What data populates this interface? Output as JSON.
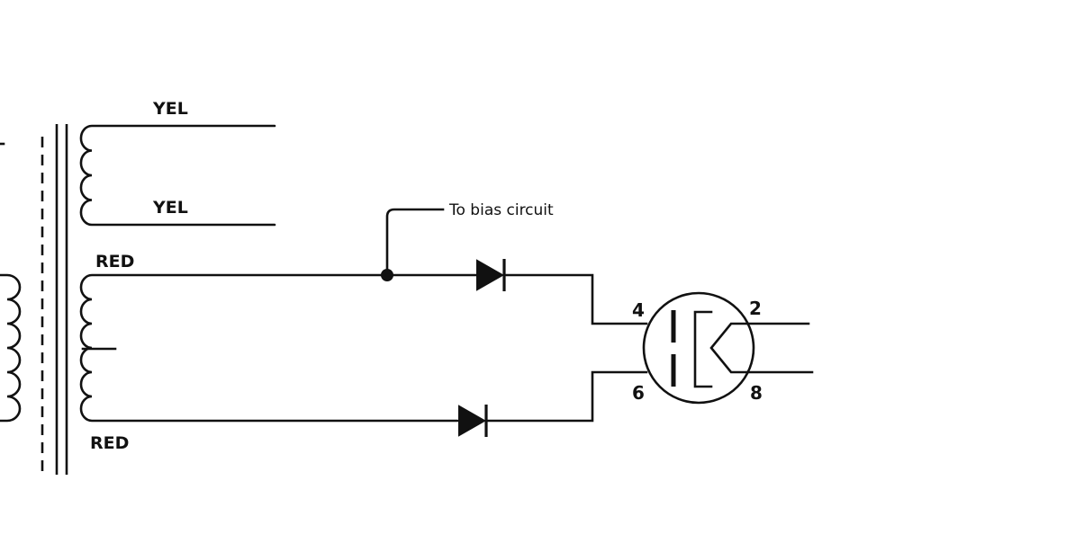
{
  "transformer": {
    "secondary_top_label_upper": "YEL",
    "secondary_top_label_lower": "YEL",
    "secondary_bottom_label_upper": "RED",
    "secondary_bottom_label_lower": "RED"
  },
  "annotation": {
    "bias_tap_text": "To bias circuit"
  },
  "rectifier_tube": {
    "pin_top_left": "4",
    "pin_bottom_left": "6",
    "pin_top_right": "2",
    "pin_bottom_right": "8"
  },
  "colors": {
    "ink": "#111111",
    "background": "#ffffff"
  }
}
